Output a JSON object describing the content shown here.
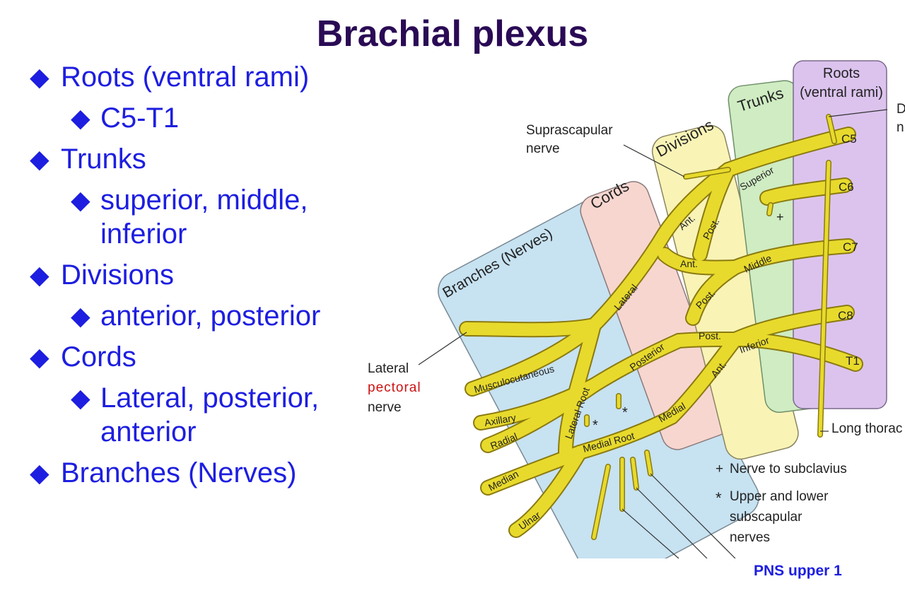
{
  "title": "Brachial plexus",
  "bullets": [
    {
      "level": 1,
      "text": "Roots (ventral rami)"
    },
    {
      "level": 2,
      "text": "C5-T1"
    },
    {
      "level": 1,
      "text": "Trunks"
    },
    {
      "level": 2,
      "text": "superior, middle, inferior"
    },
    {
      "level": 1,
      "text": "Divisions"
    },
    {
      "level": 2,
      "text": "anterior, posterior"
    },
    {
      "level": 1,
      "text": "Cords"
    },
    {
      "level": 2,
      "text": "Lateral, posterior, anterior"
    },
    {
      "level": 1,
      "text": "Branches (Nerves)"
    }
  ],
  "footer": "PNS upper  1",
  "diagram": {
    "regions": {
      "roots_line1": "Roots",
      "roots_line2": "(ventral rami)",
      "trunks": "Trunks",
      "divisions": "Divisions",
      "cords": "Cords",
      "branches": "Branches (Nerves)"
    },
    "rami": [
      "C5",
      "C6",
      "C7",
      "C8",
      "T1"
    ],
    "trunk_labels": [
      "Superior",
      "Middle",
      "Inferior"
    ],
    "division_labels": [
      "Ant.",
      "Post.",
      "Ant.",
      "Post.",
      "Post.",
      "Ant."
    ],
    "cord_labels": [
      "Lateral",
      "Posterior",
      "Medial"
    ],
    "root_labels": [
      "Lateral Root",
      "Medial Root"
    ],
    "nerve_labels": [
      "Musculocutaneous",
      "Axillary",
      "Radial",
      "Median",
      "Ulnar"
    ],
    "callouts": {
      "suprascapular_line1": "Suprascapular",
      "suprascapular_line2": "nerve",
      "lateral": "Lateral",
      "pectoral": "pectoral",
      "nerve": "nerve",
      "long_thoracic": "Long thorac",
      "dorsal_scap_a": "D",
      "dorsal_scap_b": "n"
    },
    "legend": {
      "plus": "+",
      "plus_text": "Nerve to subclavius",
      "star": "*",
      "star_line1": "Upper and lower",
      "star_line2": "subscapular",
      "star_line3": "nerves"
    },
    "colors": {
      "title": "#2a0a55",
      "text": "#1d1ee0",
      "nerve": "#e8da2c",
      "nerve_edge": "#8a7a10",
      "roots_bg": "#dcc3ee",
      "trunks_bg": "#cfecc2",
      "divisions_bg": "#f9f3b6",
      "cords_bg": "#f7d6d0",
      "branches_bg": "#c7e2f1",
      "pectoral": "#cc1111"
    }
  }
}
